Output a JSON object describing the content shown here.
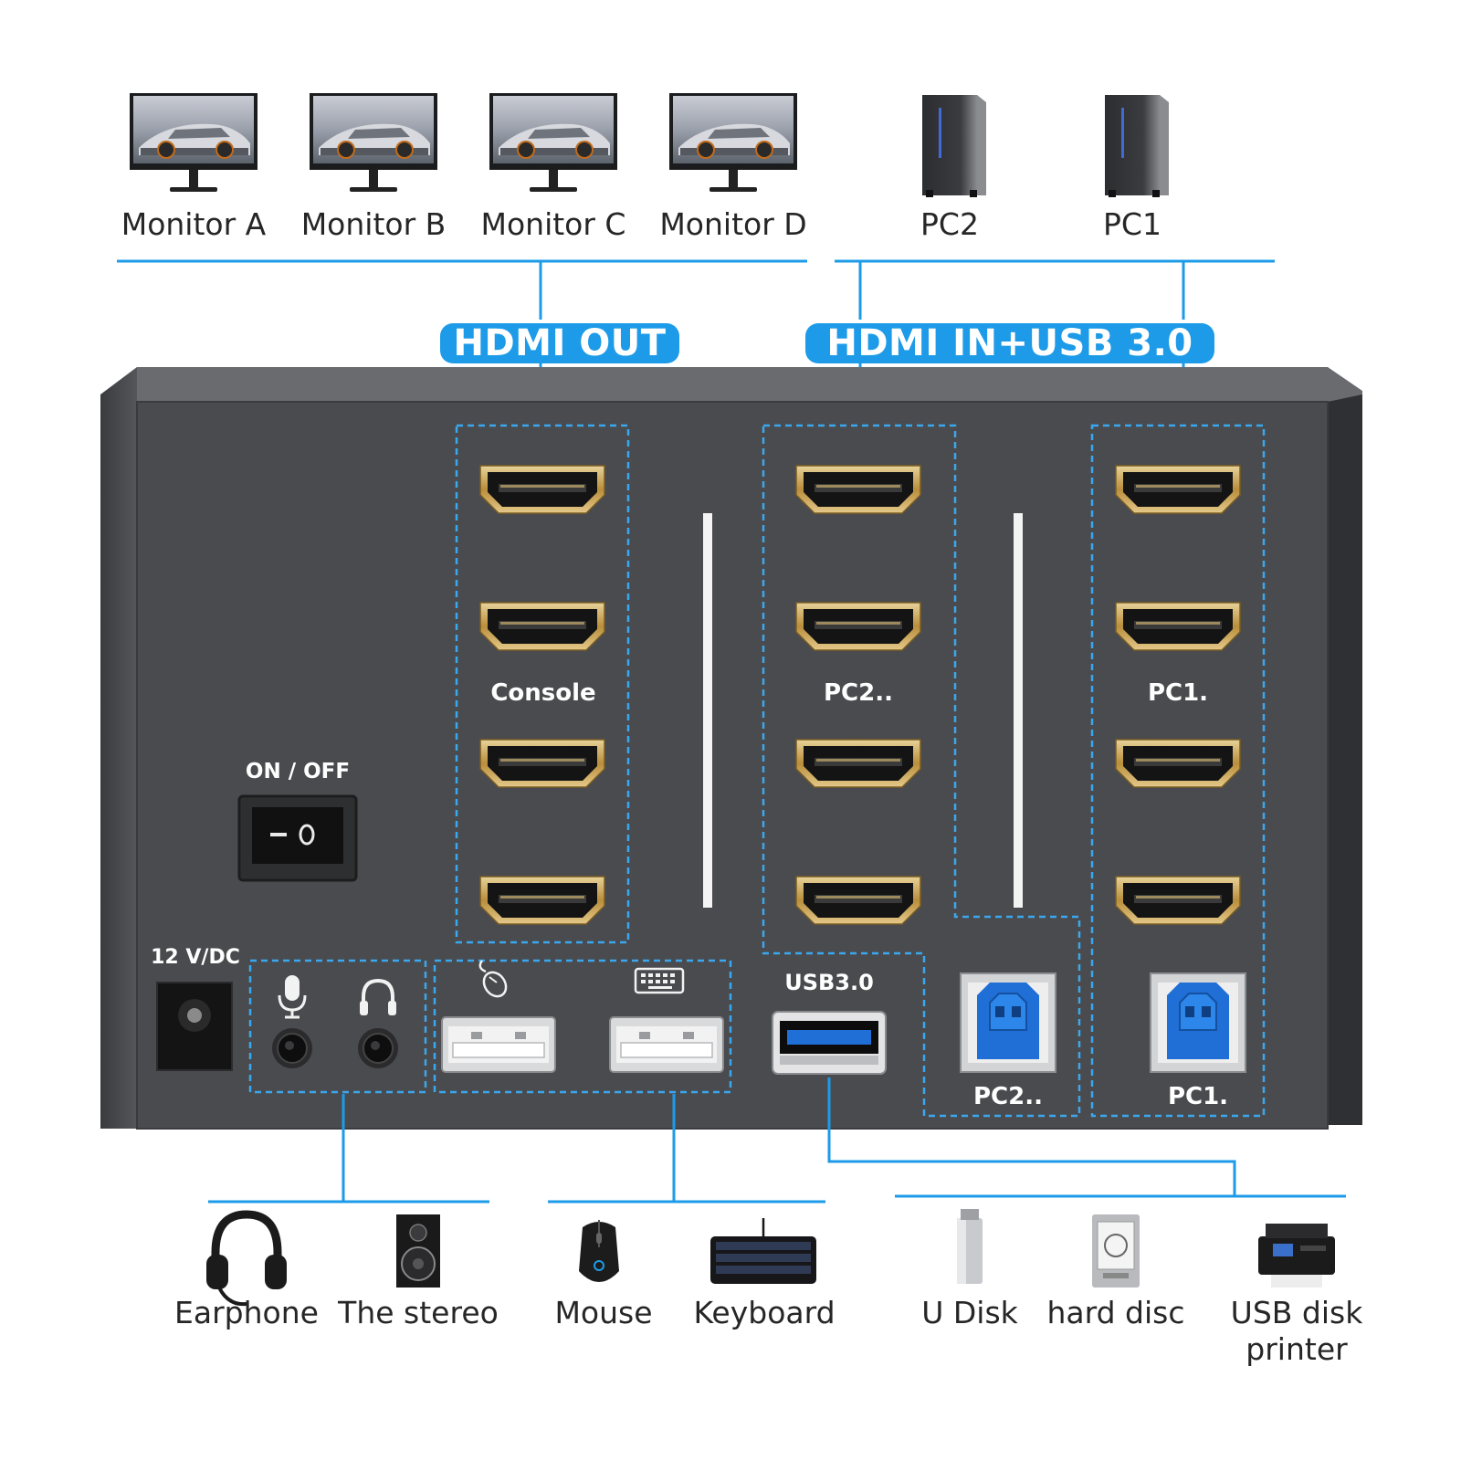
{
  "colors": {
    "accent": "#1e9be8",
    "panel": "#4a4b4f",
    "chassis_top": "#6c6d71",
    "port_gold": "#c9a24a",
    "usb_blue": "#1f6fd6"
  },
  "top_devices": {
    "monitors": [
      {
        "label": "Monitor A",
        "icon": "monitor-icon"
      },
      {
        "label": "Monitor B",
        "icon": "monitor-icon"
      },
      {
        "label": "Monitor C",
        "icon": "monitor-icon"
      },
      {
        "label": "Monitor D",
        "icon": "monitor-icon"
      }
    ],
    "pcs": [
      {
        "label": "PC2",
        "icon": "pc-tower-icon"
      },
      {
        "label": "PC1",
        "icon": "pc-tower-icon"
      }
    ]
  },
  "group_labels": {
    "hdmi_out": "HDMI OUT",
    "hdmi_in_usb": "HDMI IN+USB 3.0"
  },
  "panel": {
    "power_switch_label": "ON / OFF",
    "dc_label": "12 V/DC",
    "console_label": "Console",
    "pc2_hdmi_label": "PC2..",
    "pc1_hdmi_label": "PC1.",
    "usb3_label": "USB3.0",
    "pc2_usb_label": "PC2..",
    "pc1_usb_label": "PC1.",
    "mic_icon": "microphone-icon",
    "headphone_icon": "headphone-icon",
    "mouse_port_icon": "mouse-icon",
    "keyboard_port_icon": "keyboard-icon"
  },
  "bottom_devices": [
    {
      "label": "Earphone",
      "icon": "headset-icon"
    },
    {
      "label": "The stereo",
      "icon": "speaker-icon"
    },
    {
      "label": "Mouse",
      "icon": "mouse-icon"
    },
    {
      "label": "Keyboard",
      "icon": "keyboard-icon"
    },
    {
      "label": "U Disk",
      "icon": "usb-drive-icon"
    },
    {
      "label": "hard disc",
      "icon": "hard-disk-icon"
    },
    {
      "label": "USB disk",
      "label_line2": "printer",
      "icon": "printer-icon"
    }
  ]
}
